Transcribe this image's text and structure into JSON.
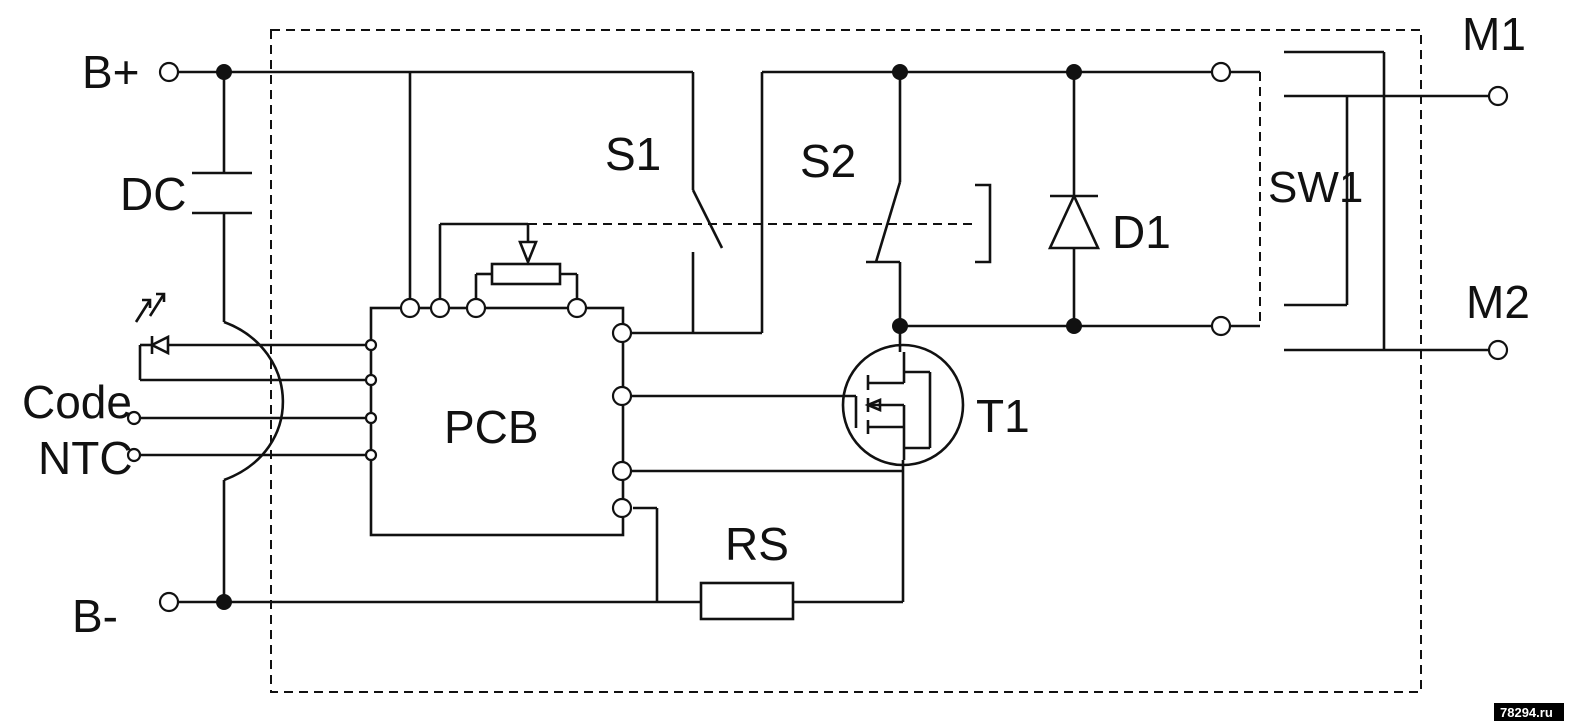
{
  "diagram": {
    "labels": {
      "b_plus": "B+",
      "b_minus": "B-",
      "dc": "DC",
      "s1": "S1",
      "s2": "S2",
      "d1": "D1",
      "sw1": "SW1",
      "m1": "M1",
      "m2": "M2",
      "t1": "T1",
      "pcb": "PCB",
      "rs": "RS",
      "code": "Code",
      "ntc": "NTC"
    },
    "watermark": "78294.ru",
    "colors": {
      "line": "#111111",
      "background": "#ffffff",
      "watermark_bg": "#000000"
    }
  }
}
